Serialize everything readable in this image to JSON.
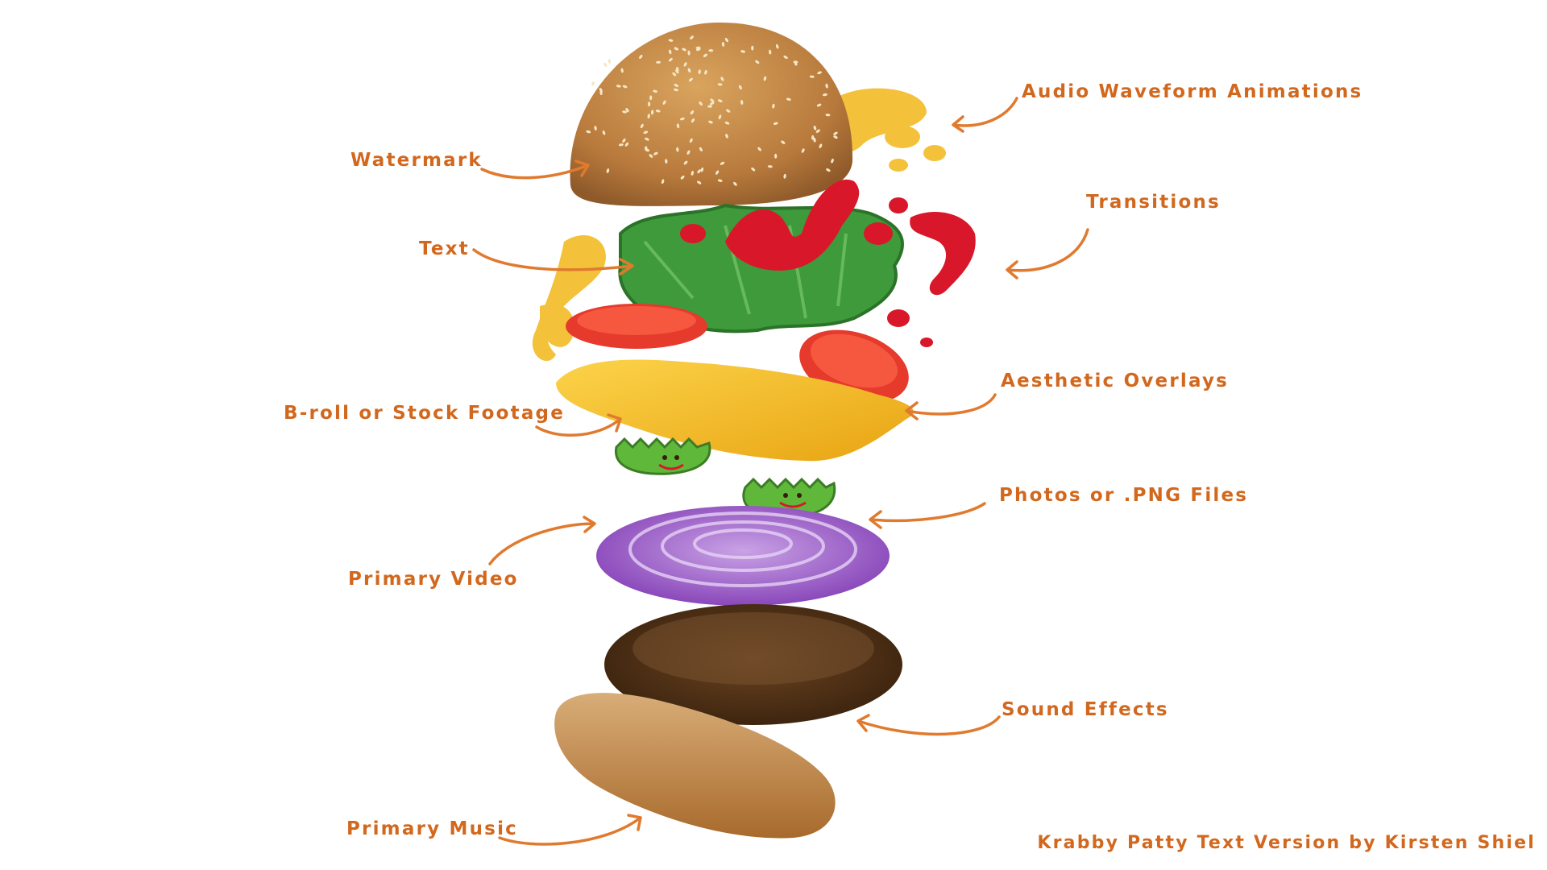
{
  "diagram": {
    "labels": {
      "watermark": "Watermark",
      "text": "Text",
      "broll": "B-roll or Stock Footage",
      "primary_video": "Primary Video",
      "primary_music": "Primary Music",
      "audio_waveform": "Audio Waveform Animations",
      "transitions": "Transitions",
      "aesthetic_overlays": "Aesthetic Overlays",
      "photos_png": "Photos or .PNG Files",
      "sound_effects": "Sound Effects"
    },
    "credit": "Krabby Patty Text Version by Kirsten Shiel"
  },
  "colors": {
    "label": "#d2681e",
    "arrow": "#e07a2e",
    "bun": "#c9955a",
    "cheese": "#f4b824",
    "lettuce": "#3e9a3a",
    "ketchup": "#d8182a",
    "tomato": "#e53a2c",
    "pickle": "#5fb83a",
    "onion": "#9a55c4",
    "patty": "#4a2e14"
  }
}
